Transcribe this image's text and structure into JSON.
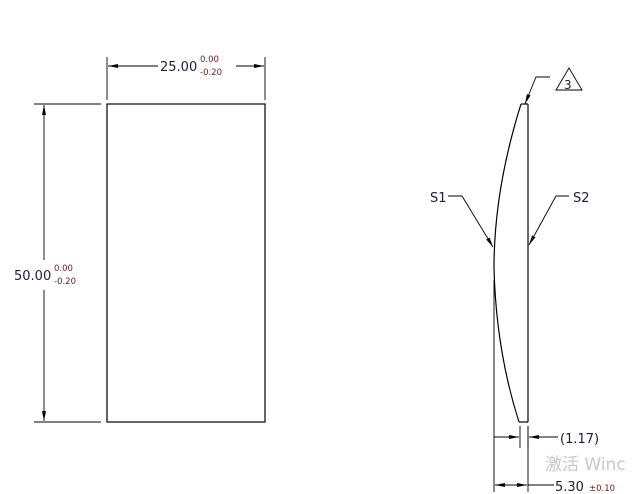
{
  "front_view": {
    "width_dim": {
      "value": "25.00",
      "tol_upper": "0.00",
      "tol_lower": "-0.20"
    },
    "height_dim": {
      "value": "50.00",
      "tol_upper": "0.00",
      "tol_lower": "-0.20"
    }
  },
  "side_view": {
    "surface_1": "S1",
    "surface_2": "S2",
    "note_symbol": "3",
    "edge_thickness": "(1.17)",
    "thickness_dim": {
      "value": "5.30",
      "tol": "±0.10"
    }
  },
  "watermark": "激活 Winc"
}
